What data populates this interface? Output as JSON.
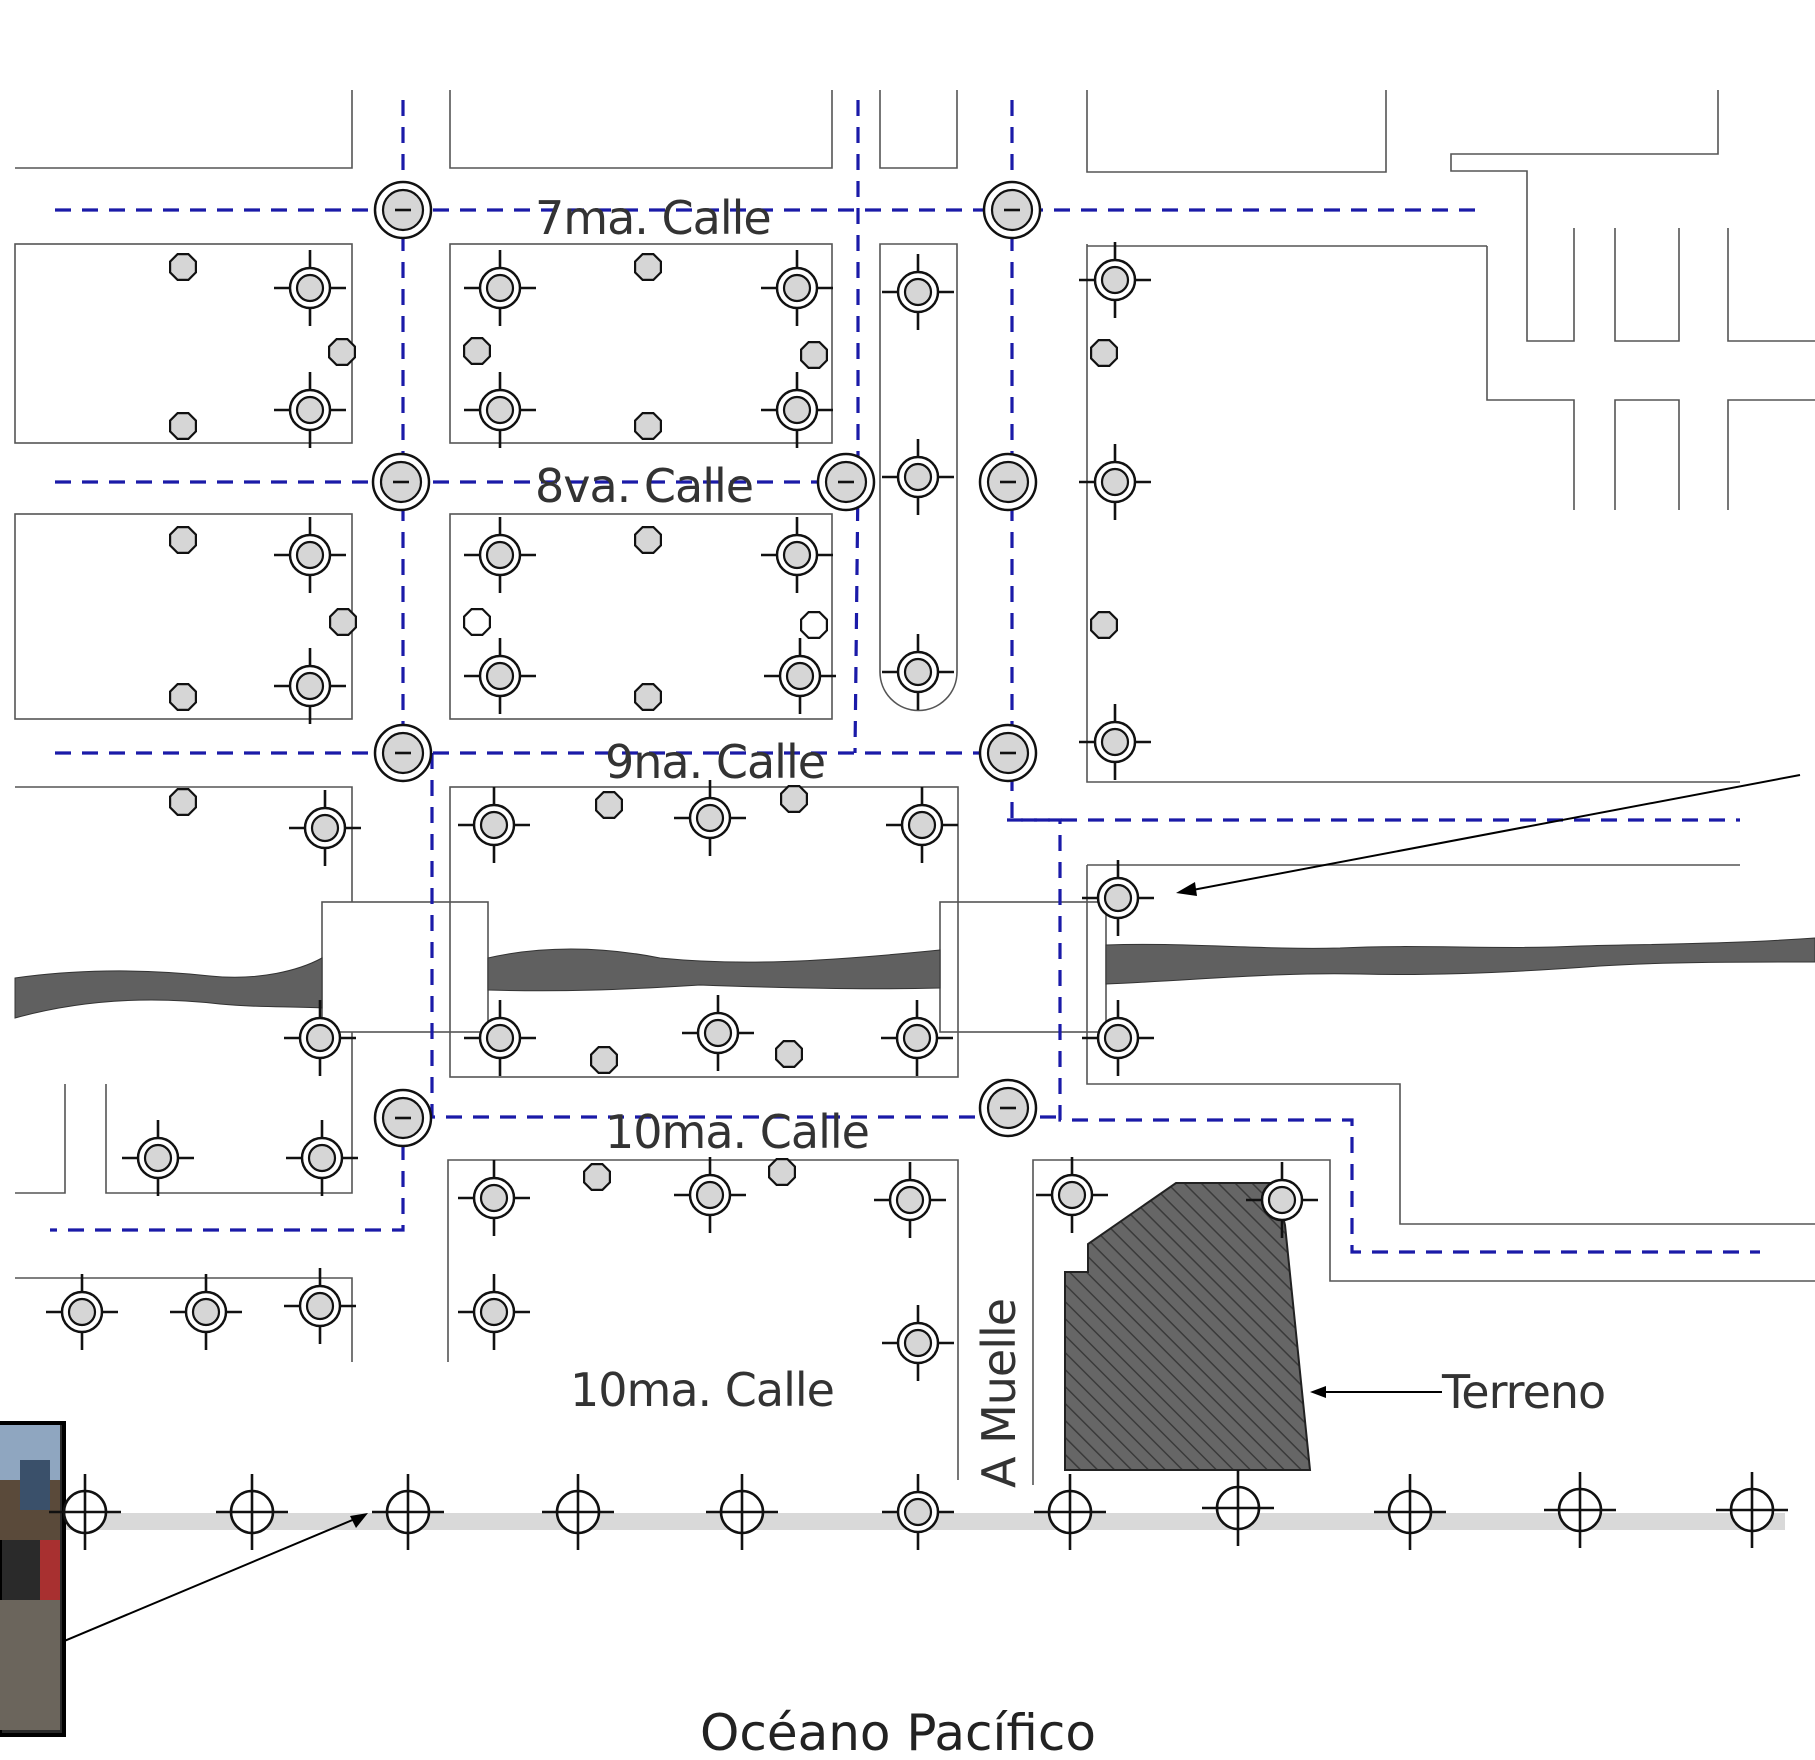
{
  "streets": {
    "calle7": "7ma. Calle",
    "calle8": "8va. Calle",
    "calle9": "9na. Calle",
    "calle10a": "10ma. Calle",
    "calle10b": "10ma. Calle"
  },
  "labels": {
    "muelle": "A Muelle",
    "terreno": "Terreno",
    "ocean": "Océano Pacífico"
  },
  "icons": {
    "manhole": "manhole-icon",
    "light_pole": "light-pole-icon",
    "crosshair": "crosshair-marker-icon",
    "hydrant": "octagon-icon"
  },
  "colors": {
    "drain_line": "#1a1aa8",
    "river": "#606060",
    "parcel": "#606060",
    "boardwalk": "#d9d9d9"
  }
}
